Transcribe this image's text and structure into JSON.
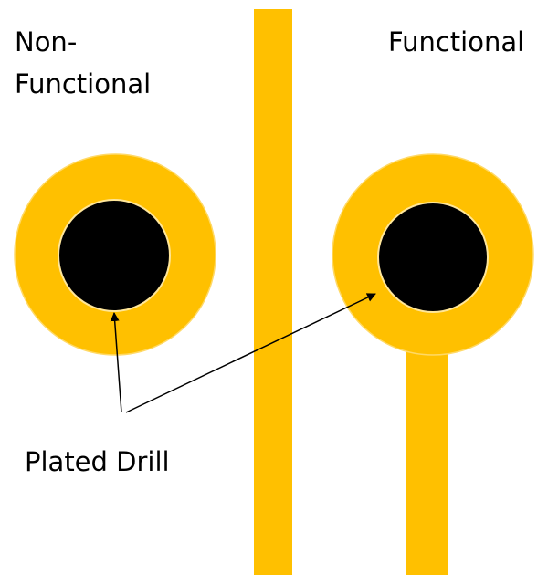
{
  "labels": {
    "non_functional_line1": "Non-",
    "non_functional_line2": "Functional",
    "functional": "Functional",
    "plated_drill": "Plated Drill"
  },
  "colors": {
    "copper": "#FFC000",
    "drill": "#000000",
    "arrow": "#000000"
  }
}
